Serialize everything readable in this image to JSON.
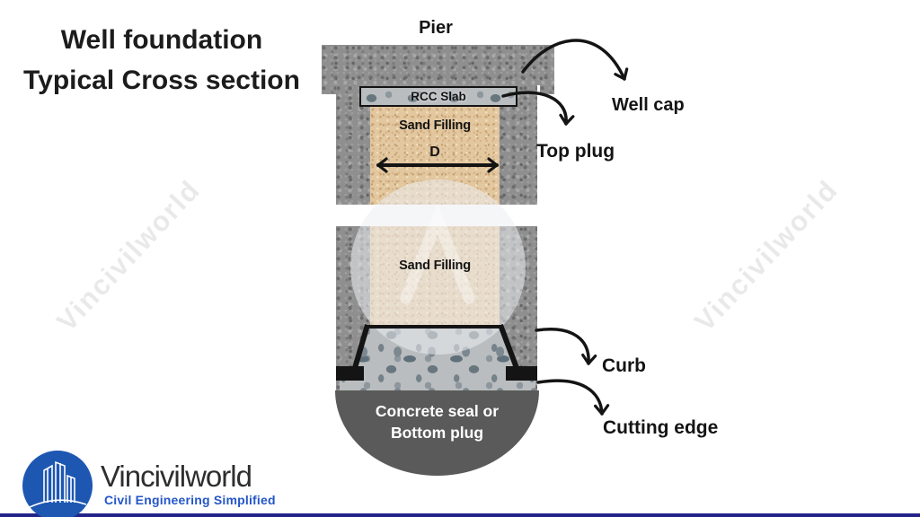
{
  "title": {
    "line1": "Well foundation",
    "line2": "Typical Cross section"
  },
  "diagram": {
    "pier_label": "Pier",
    "rcc_slab_label": "RCC Slab",
    "sand_filling_upper": "Sand Filling",
    "sand_filling_lower": "Sand Filling",
    "diameter_label": "D",
    "seal_line1": "Concrete seal or",
    "seal_line2": "Bottom plug",
    "callouts": [
      {
        "id": "well-cap",
        "label": "Well cap"
      },
      {
        "id": "top-plug",
        "label": "Top plug"
      },
      {
        "id": "curb",
        "label": "Curb"
      },
      {
        "id": "cutting-edge",
        "label": "Cutting edge"
      }
    ]
  },
  "watermark": {
    "text": "Vincivilworld"
  },
  "logo": {
    "name": "Vincivilworld",
    "tagline": "Civil Engineering Simplified"
  },
  "colors": {
    "sand": "#e2c79f",
    "granite": "#8f8f8f",
    "aggregate_concrete": "#b9bdbf",
    "seal_gray": "#5a5a5a",
    "line_black": "#141414",
    "logo_blue": "#1d57b2",
    "tagline_blue": "#2456c8",
    "footer_bar_blue": "#232388"
  }
}
